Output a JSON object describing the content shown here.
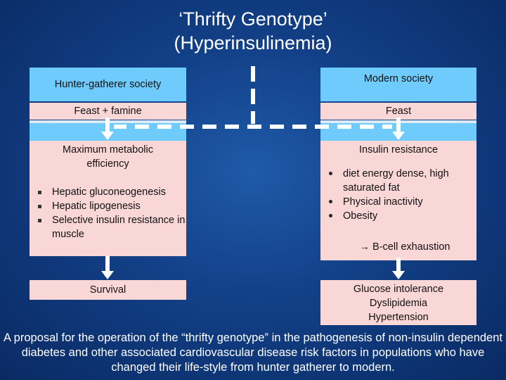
{
  "title": {
    "line1": "‘Thrifty Genotype’",
    "line2": "(Hyperinsulinemia)"
  },
  "left": {
    "header": "Hunter-gatherer society",
    "row2": "Feast + famine",
    "main_heading_line1": "Maximum metabolic",
    "main_heading_line2": "efficiency",
    "bullets": [
      "Hepatic gluconeogenesis",
      "Hepatic lipogenesis",
      "Selective insulin resistance in muscle"
    ],
    "outcome": "Survival"
  },
  "right": {
    "header": "Modern society",
    "row2": "Feast",
    "main_heading": "Insulin resistance",
    "bullets": [
      "diet energy dense, high saturated fat",
      "Physical inactivity",
      "Obesity"
    ],
    "consequence": "→ B-cell exhaustion",
    "outcomes": [
      "Glucose intolerance",
      "Dyslipidemia",
      "Hypertension"
    ]
  },
  "caption": "A proposal for the operation of the “thrifty genotype” in the pathogenesis of non-insulin dependent diabetes and other associated cardiovascular disease risk factors in populations who have changed their life-style from hunter gatherer to modern.",
  "colors": {
    "background": "#123f86",
    "header_box": "#6fcbfb",
    "content_box": "#fad7d7",
    "text_light": "#ffffff"
  }
}
